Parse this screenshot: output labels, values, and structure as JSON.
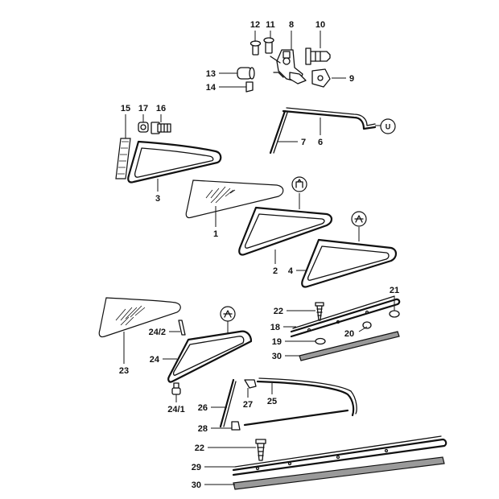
{
  "diagram": {
    "callouts": {
      "c12": "12",
      "c11": "11",
      "c8": "8",
      "c10": "10",
      "c13": "13",
      "c14": "14",
      "c9": "9",
      "c15": "15",
      "c17": "17",
      "c16": "16",
      "c7": "7",
      "c6": "6",
      "c3": "3",
      "c1": "1",
      "c2": "2",
      "c4": "4",
      "c21": "21",
      "c22a": "22",
      "c18": "18",
      "c20": "20",
      "c19": "19",
      "c30a": "30",
      "c24_2": "24/2",
      "c24": "24",
      "c23": "23",
      "c24_1": "24/1",
      "c26": "26",
      "c27": "27",
      "c25": "25",
      "c28": "28",
      "c22b": "22",
      "c29": "29",
      "c30b": "30"
    },
    "ref_marks": {
      "r_u": "U"
    }
  }
}
